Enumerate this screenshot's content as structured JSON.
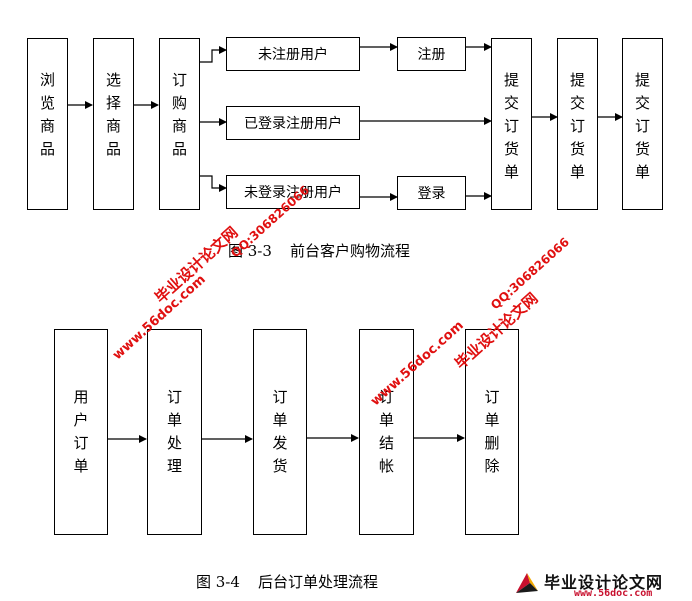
{
  "diagram1": {
    "boxes": {
      "browse": "浏览商品",
      "select": "选择商品",
      "order_goods": "订购商品",
      "unregistered_user": "未注册用户",
      "register": "注册",
      "logged_in_user": "已登录注册用户",
      "not_logged_in_user": "未登录注册用户",
      "login": "登录",
      "submit_order_1": "提交订货单",
      "submit_order_2": "提交订货单",
      "submit_order_3": "提交订货单"
    },
    "caption_num": "图 3-3",
    "caption_text": "前台客户购物流程"
  },
  "diagram2": {
    "boxes": {
      "user_order": "用户订单",
      "order_processing": "订单处理",
      "order_shipping": "订单发货",
      "order_settlement": "订单结帐",
      "order_delete": "订单删除"
    },
    "caption_num": "图 3-4",
    "caption_text": "后台订单处理流程"
  },
  "watermarks": {
    "site_name": "毕业设计论文网",
    "url": "www.56doc.com",
    "qq": "QQ:306826066"
  },
  "logo": {
    "title": "毕业设计论文网",
    "url": "www.56doc.com"
  }
}
